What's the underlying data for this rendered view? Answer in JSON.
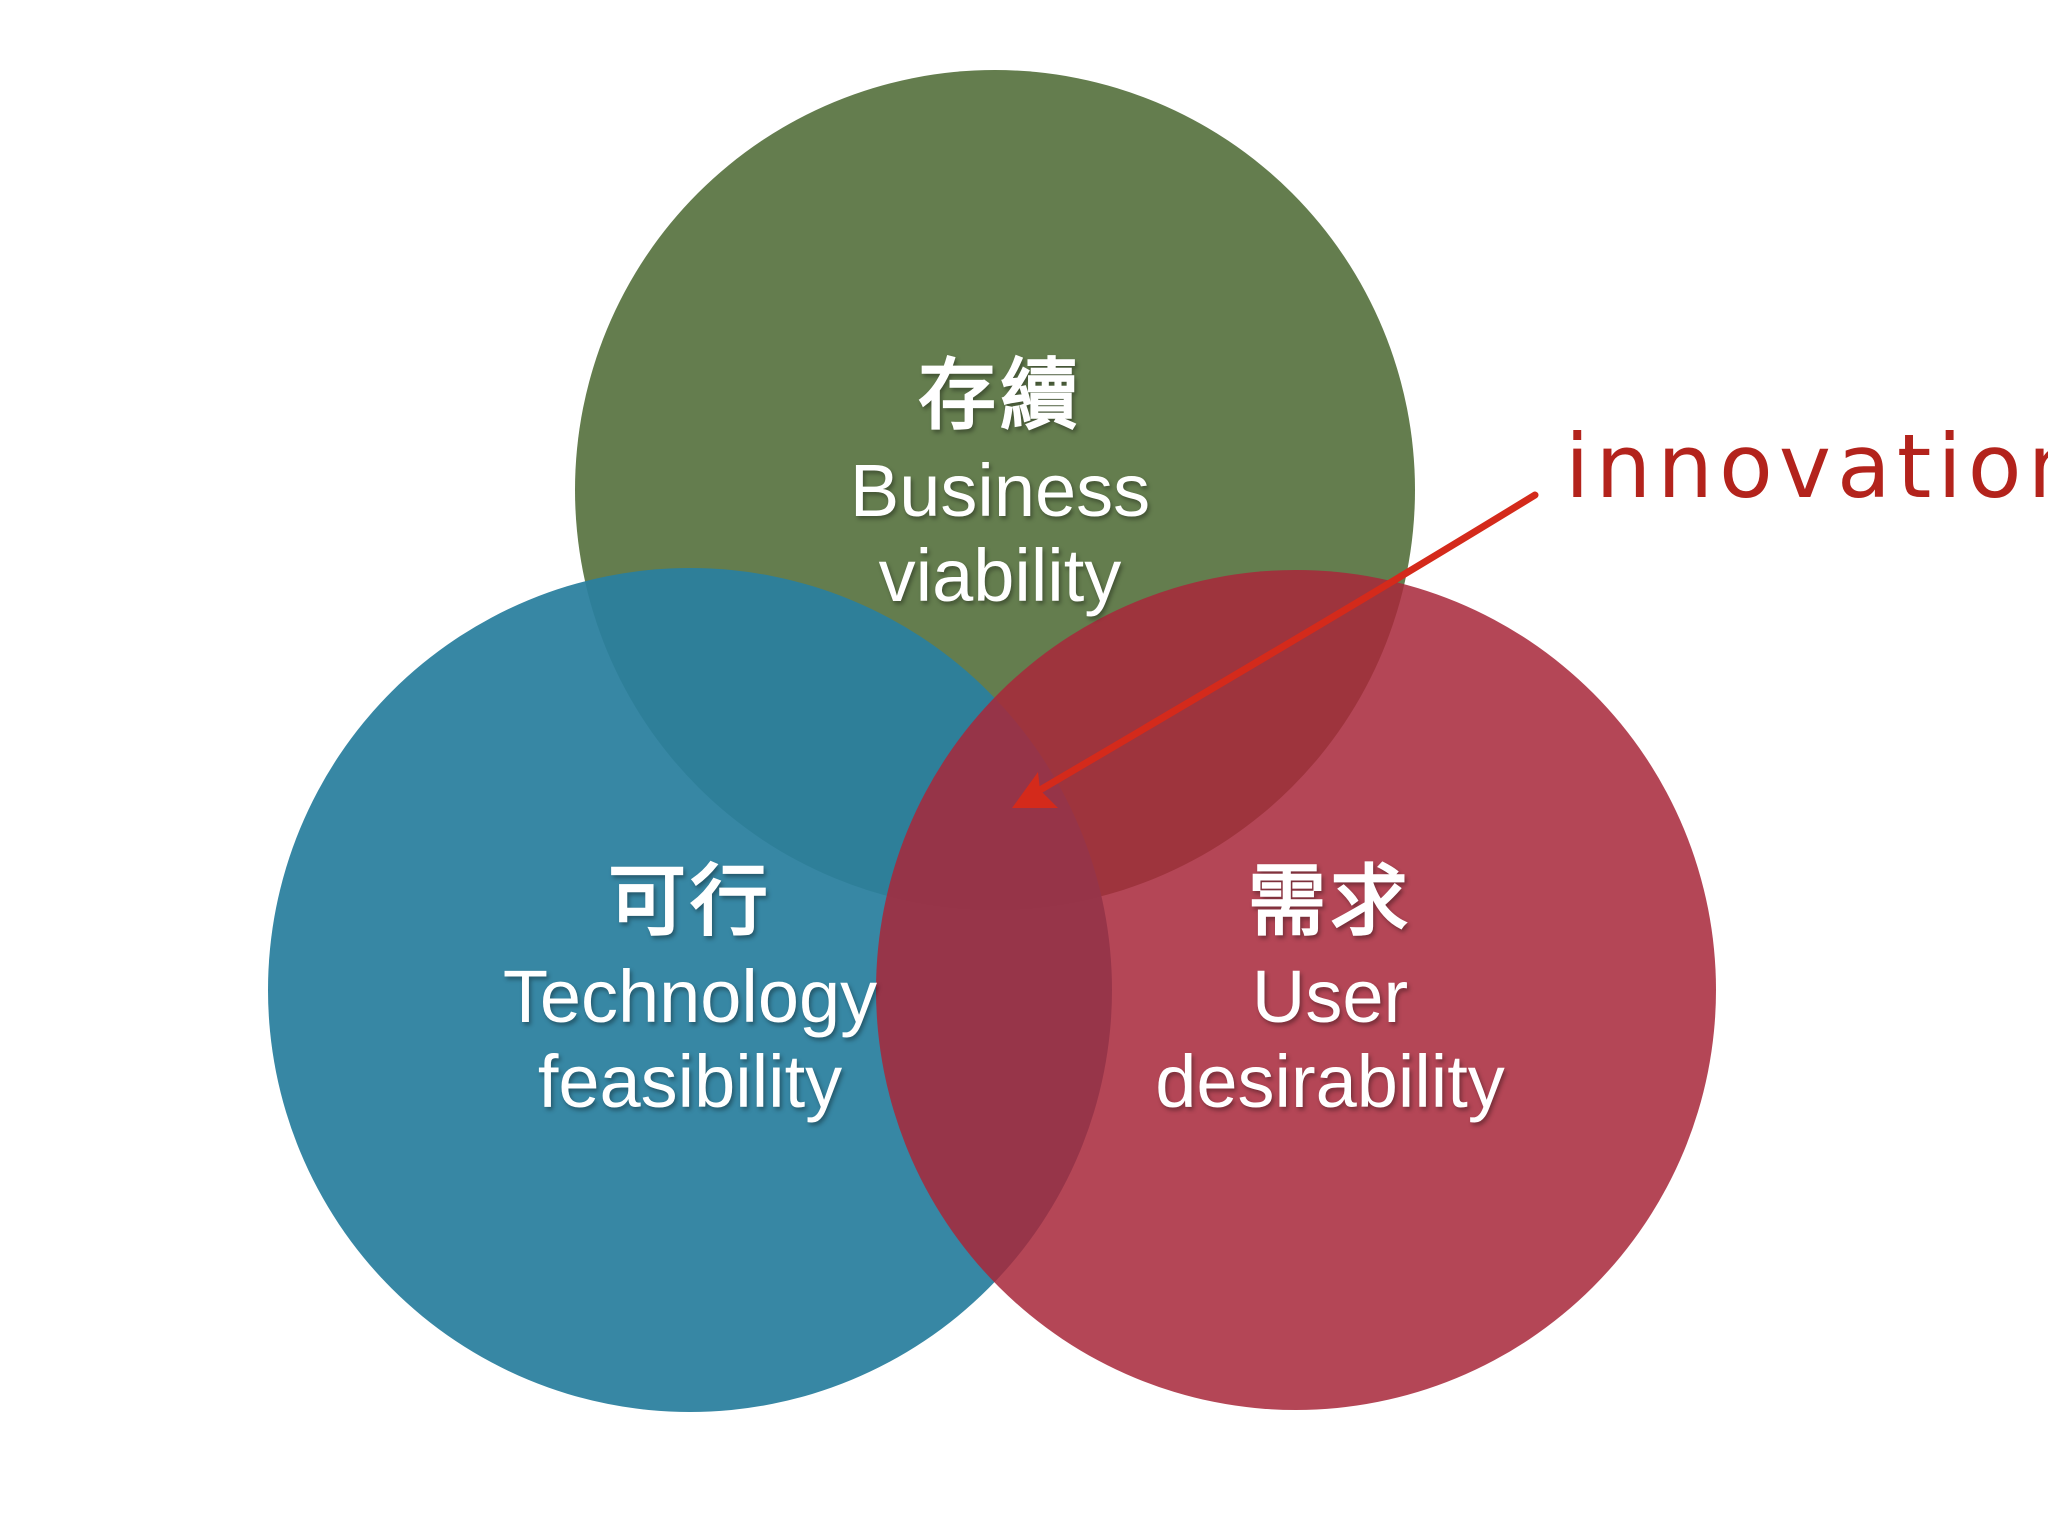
{
  "diagram": {
    "type": "venn-3",
    "sets": [
      {
        "id": "business",
        "cjk": "存續",
        "line1": "Business",
        "line2": "viability",
        "color": "#5a7543"
      },
      {
        "id": "technology",
        "cjk": "可行",
        "line1": "Technology",
        "line2": "feasibility",
        "color": "#2a7f9e"
      },
      {
        "id": "user",
        "cjk": "需求",
        "line1": "User",
        "line2": "desirability",
        "color": "#a8283a"
      }
    ],
    "annotation": {
      "text": "innovation",
      "color": "#b3231c",
      "arrow_color": "#d42a1b"
    }
  }
}
